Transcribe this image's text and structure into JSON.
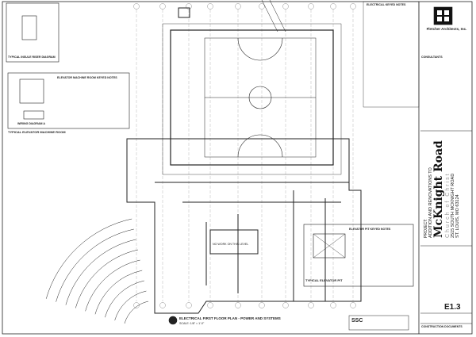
{
  "sheet": {
    "title": "ELECTRICAL FIRST FLOOR PLAN - POWER AND SYSTEMS",
    "scale": "SCALE: 1/8\" = 1'-0\"",
    "number": "E1.3",
    "status": "CONSTRUCTION DOCUMENTS"
  },
  "details": {
    "riser": "TYPICAL INSULE RISER DIAGRAM",
    "machine_room_notes": "ELEVATOR MACHINE ROOM KEYED NOTES",
    "wiring_diagram": "WIRING DIAGRAM A",
    "machine_room": "TYPICAL ELEVATOR MACHINE ROOM",
    "pit_notes": "ELEVATOR PIT KEYED NOTES",
    "pit": "TYPICAL ELEVATOR PIT",
    "keyed_notes": "ELECTRICAL KEYED NOTES",
    "no_work": "NO WORK ON THIS LEVEL"
  },
  "title_block": {
    "firm": "Fletcher Architects, Inc.",
    "consultants": "CONSULTANTS",
    "project_label": "PROJECT:",
    "project_line": "ADDITION AND RENOVATIONS TO",
    "project_name": "McKnight Road",
    "project_sub": "Church of Christ",
    "address1": "2515 SOUTH MCKNIGHT ROAD",
    "address2": "ST. LOUIS, MO 63124",
    "engineer": "SSC"
  }
}
